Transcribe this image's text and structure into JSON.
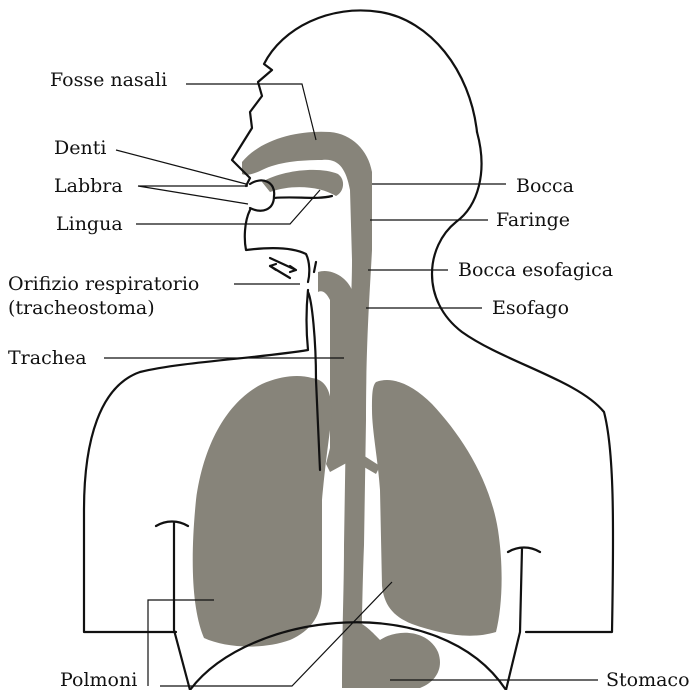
{
  "colors": {
    "organ_fill": "#87847a",
    "outline": "#111111",
    "background": "#ffffff"
  },
  "labels": {
    "fosse_nasali": "Fosse nasali",
    "denti": "Denti",
    "labbra": "Labbra",
    "lingua": "Lingua",
    "orifizio_line1": "Orifizio respiratorio",
    "orifizio_line2": "(tracheostoma)",
    "trachea": "Trachea",
    "polmoni": "Polmoni",
    "bocca": "Bocca",
    "faringe": "Faringe",
    "bocca_esofagica": "Bocca esofagica",
    "esofago": "Esofago",
    "stomaco": "Stomaco"
  }
}
